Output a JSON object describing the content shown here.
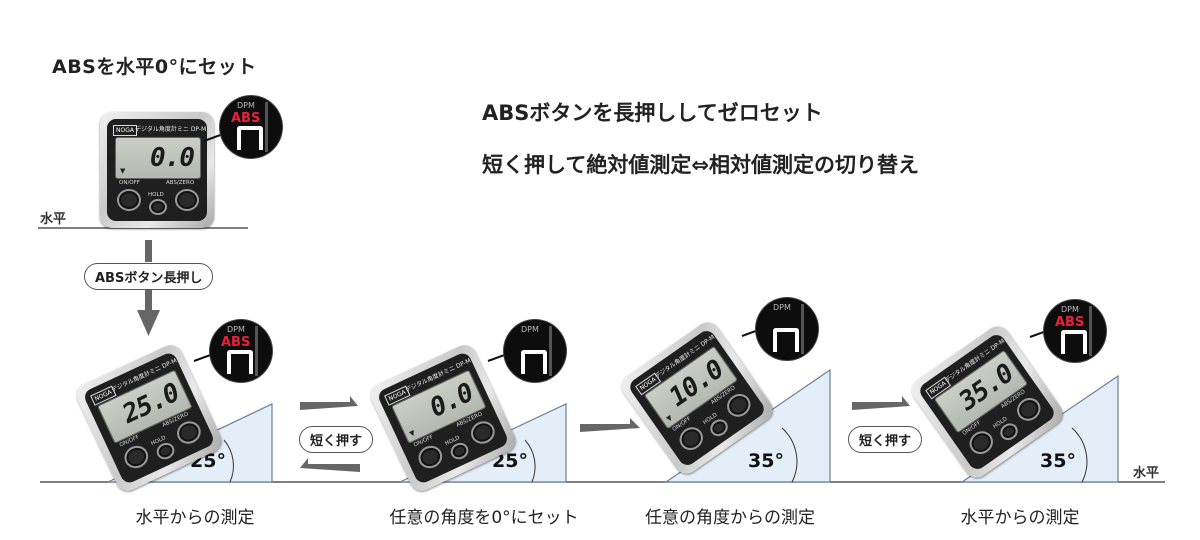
{
  "title": "ABSを水平0°にセット",
  "instructions": {
    "line1": "ABSボタンを長押ししてゼロセット",
    "line2": "短く押して絶対値測定⇔相対値測定の切り替え"
  },
  "horizontal_label": "水平",
  "long_press_label": "ABSボタン長押し",
  "short_press_label": "短く押す",
  "device": {
    "brand": "NOGA",
    "product": "デジタル角度計ミニ",
    "model": "DP-M",
    "btn_left": "ON/OFF",
    "btn_mid": "HOLD",
    "btn_right": "ABS/ZERO"
  },
  "callout": {
    "dpm": "DPM",
    "abs": "ABS"
  },
  "devices": [
    {
      "reading": "0.0"
    },
    {
      "reading": "25.0"
    },
    {
      "reading": "0.0"
    },
    {
      "reading": "10.0"
    },
    {
      "reading": "35.0"
    }
  ],
  "angles": [
    "25°",
    "25°",
    "35°",
    "35°"
  ],
  "captions": [
    "水平からの測定",
    "任意の角度を0°にセット",
    "任意の角度からの測定",
    "水平からの測定"
  ],
  "colors": {
    "abs_red": "#e8223a",
    "slope_fill": "#e4eef8",
    "arrow_gray": "#666666"
  }
}
